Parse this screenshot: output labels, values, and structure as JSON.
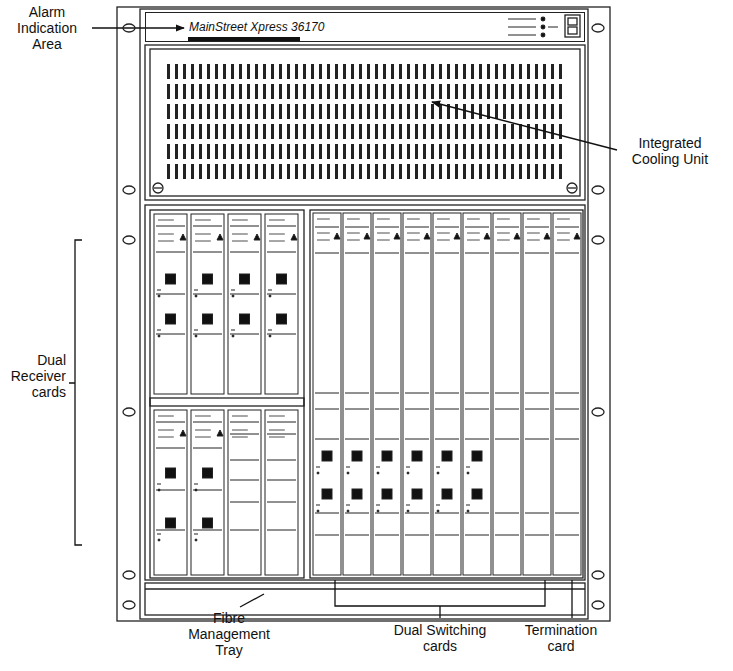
{
  "diagram": {
    "nodes": [
      {
        "text": [
          "MainStreet Xpress 36170"
        ]
      }
    ],
    "labels": [
      "Alarm Indication Area",
      "Integrated Cooling Unit",
      "Dual Receiver cards",
      "Fibre Management Tray",
      "Dual Switching cards",
      "Termination card"
    ]
  }
}
